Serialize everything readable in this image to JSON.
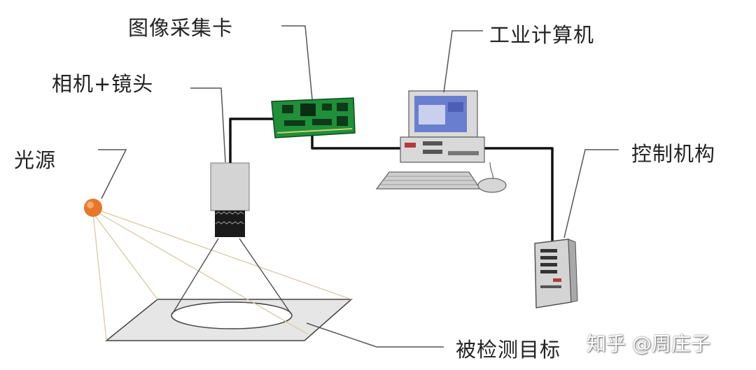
{
  "labels": {
    "capture_card": "图像采集卡",
    "camera_lens": "相机+镜头",
    "light_source": "光源",
    "industrial_pc": "工业计算机",
    "controller": "控制机构",
    "target": "被检测目标"
  },
  "watermark": "知乎 @周庄子",
  "colors": {
    "light_source": "#e8762a",
    "circuit_board": "#1f8f3a",
    "cable": "#111111",
    "monitor_screen": "#6a7ed0",
    "equipment_body": "#dcdcdc",
    "leader_line": "#555555"
  }
}
